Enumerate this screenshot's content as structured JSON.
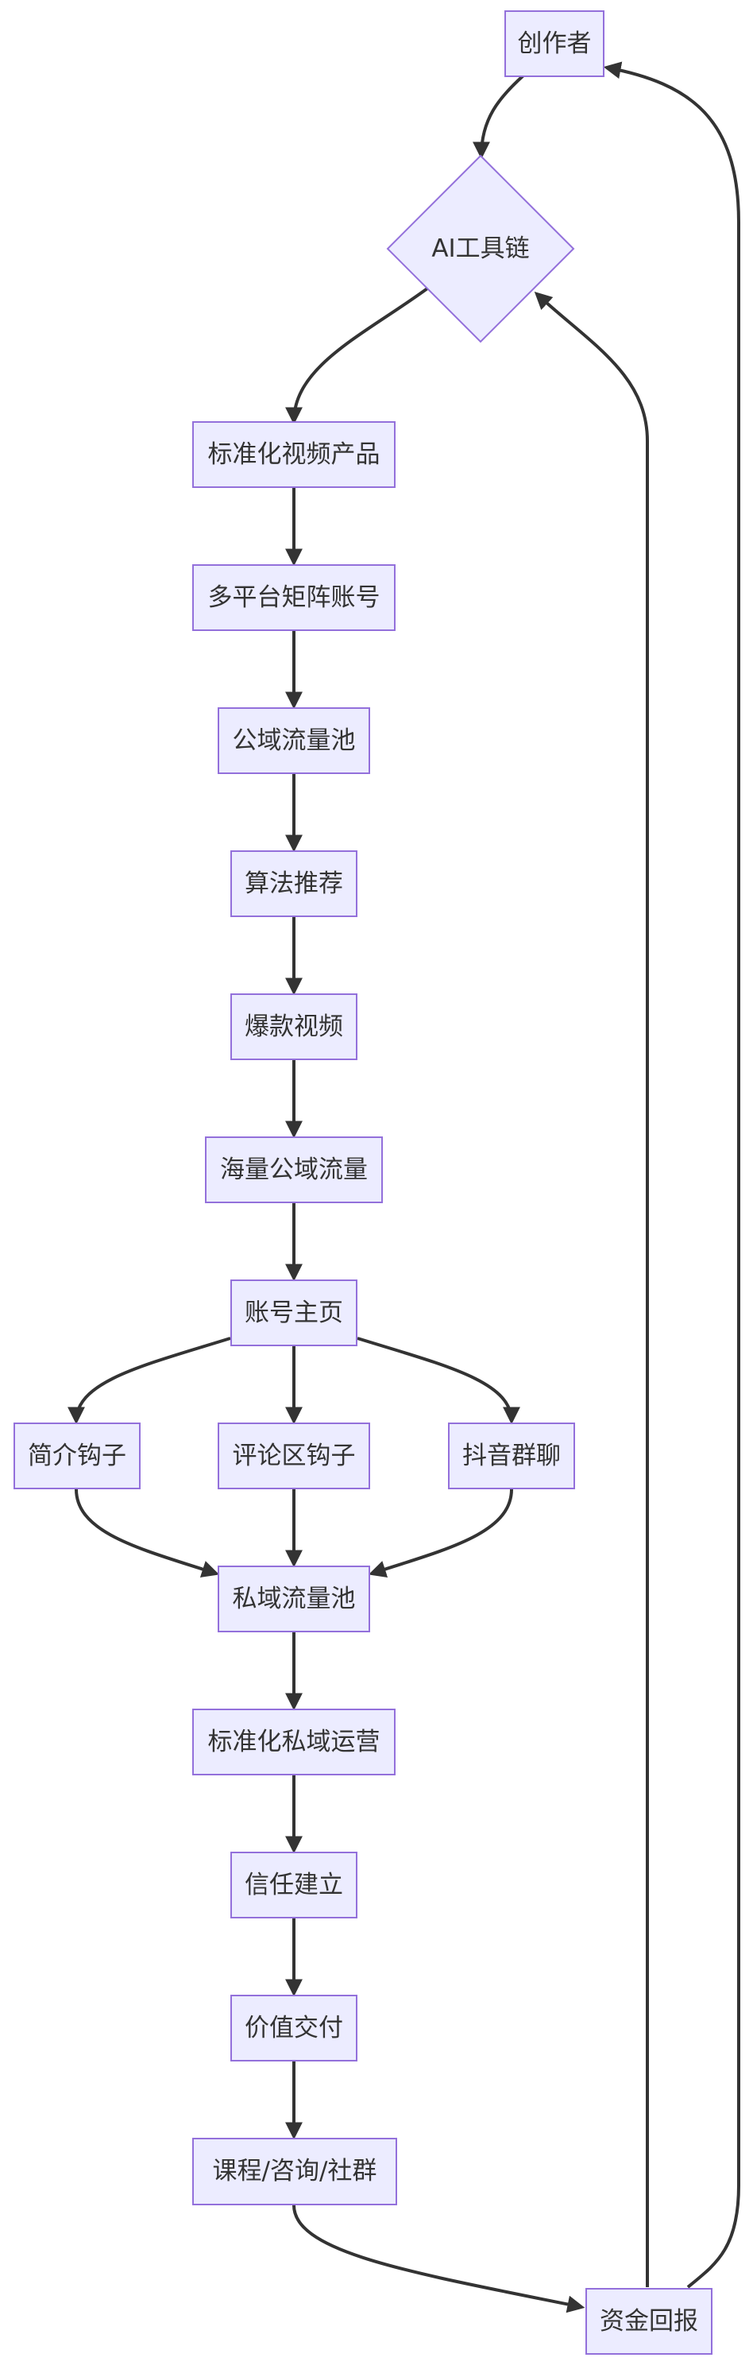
{
  "nodes": {
    "creator": "创作者",
    "ai_toolchain": "AI工具链",
    "standard_video": "标准化视频产品",
    "matrix_accounts": "多平台矩阵账号",
    "public_pool": "公域流量池",
    "algorithm": "算法推荐",
    "viral_video": "爆款视频",
    "massive_traffic": "海量公域流量",
    "homepage": "账号主页",
    "bio_hook": "简介钩子",
    "comment_hook": "评论区钩子",
    "douyin_group": "抖音群聊",
    "private_pool": "私域流量池",
    "private_ops": "标准化私域运营",
    "trust": "信任建立",
    "value_delivery": "价值交付",
    "products": "课程/咨询/社群",
    "capital_return": "资金回报"
  },
  "colors": {
    "node_fill": "#ECECFF",
    "node_stroke": "#9370DB",
    "edge": "#333333",
    "text": "#333333"
  }
}
